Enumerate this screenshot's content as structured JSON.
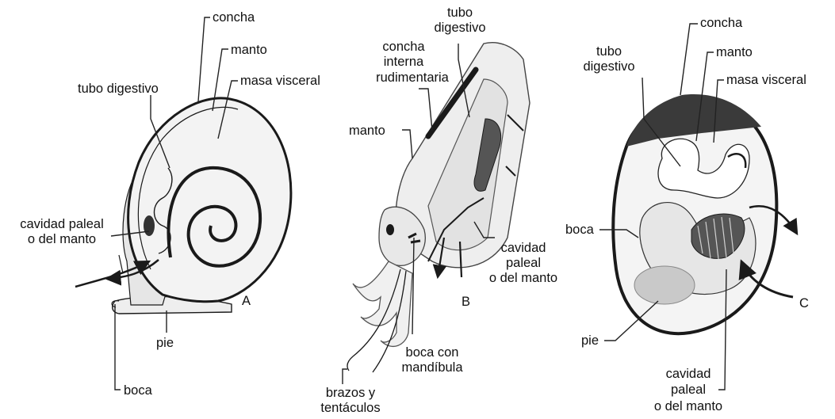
{
  "colors": {
    "ink": "#1a1a1a",
    "shell_fill": "#f2f2f2",
    "body_fill": "#e4e4e4",
    "dark_shell": "#3a3a3a",
    "foot_fill": "#c9c9c9"
  },
  "panel_a": {
    "letter": "A",
    "concha": "concha",
    "manto": "manto",
    "masa_visceral": "masa visceral",
    "tubo_digestivo": "tubo digestivo",
    "cavidad_line1": "cavidad paleal",
    "cavidad_line2": "o del manto",
    "pie": "pie",
    "boca": "boca"
  },
  "panel_b": {
    "letter": "B",
    "tubo_line1": "tubo",
    "tubo_line2": "digestivo",
    "concha_line1": "concha",
    "concha_line2": "interna",
    "concha_line3": "rudimentaria",
    "manto": "manto",
    "cavidad_line1": "cavidad",
    "cavidad_line2": "paleal",
    "cavidad_line3": "o del manto",
    "boca_line1": "boca con",
    "boca_line2": "mandíbula",
    "brazos_line1": "brazos y",
    "brazos_line2": "tentáculos"
  },
  "panel_c": {
    "letter": "C",
    "concha": "concha",
    "manto": "manto",
    "masa_visceral": "masa visceral",
    "tubo_line1": "tubo",
    "tubo_line2": "digestivo",
    "boca": "boca",
    "pie": "pie",
    "cavidad_line1": "cavidad",
    "cavidad_line2": "paleal",
    "cavidad_line3": "o del manto"
  }
}
